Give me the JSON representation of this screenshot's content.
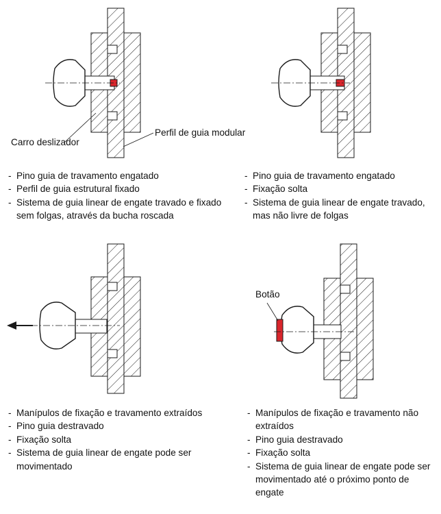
{
  "labels": {
    "carriage": "Carro deslizador",
    "profile": "Perfil de guia modular",
    "button": "Botão"
  },
  "colors": {
    "stroke": "#1a1a1a",
    "highlight": "#d9262c",
    "knob": "#ffffff"
  },
  "panels": [
    {
      "state": "engaged-fixed",
      "items": [
        "Pino guia de travamento engatado",
        "Perfil de guia estrutural fixado",
        "Sistema de guia linear de engate travado e fixado sem folgas, através da bucha roscada"
      ]
    },
    {
      "state": "engaged-loose",
      "items": [
        "Pino guia de travamento engatado",
        "Fixação solta",
        "Sistema de guia linear de engate travado, mas não livre de folgas"
      ]
    },
    {
      "state": "knob-pulled-out",
      "items": [
        "Manípulos de fixação e travamento extraídos",
        "Pino guia destravado",
        "Fixação solta",
        "Sistema de guia linear de engate pode ser movimentado"
      ]
    },
    {
      "state": "button-released",
      "items": [
        "Manípulos de fixação e travamento não extraídos",
        "Pino guia destravado",
        "Fixação solta",
        "Sistema de guia linear de engate pode ser movimentado até o próximo ponto de engate"
      ]
    }
  ]
}
